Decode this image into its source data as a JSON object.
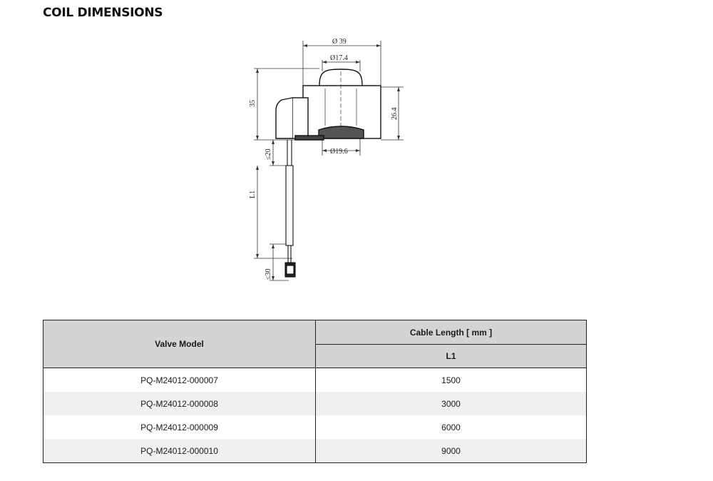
{
  "title": "COIL DIMENSIONS",
  "drawing": {
    "dim_outer_diameter": "Ø 39",
    "dim_top_diameter": "Ø17.4",
    "dim_bottom_diameter": "Ø19.6",
    "dim_height_total": "35",
    "dim_height_body": "26.4",
    "dim_cable_top": "≤20",
    "dim_cable_length": "L1",
    "dim_cable_end": "≤30"
  },
  "table": {
    "col_model": "Valve Model",
    "col_cable": "Cable Length [ mm ]",
    "col_l1": "L1",
    "rows": [
      {
        "model": "PQ-M24012-000007",
        "l1": "1500"
      },
      {
        "model": "PQ-M24012-000008",
        "l1": "3000"
      },
      {
        "model": "PQ-M24012-000009",
        "l1": "6000"
      },
      {
        "model": "PQ-M24012-000010",
        "l1": "9000"
      }
    ]
  }
}
